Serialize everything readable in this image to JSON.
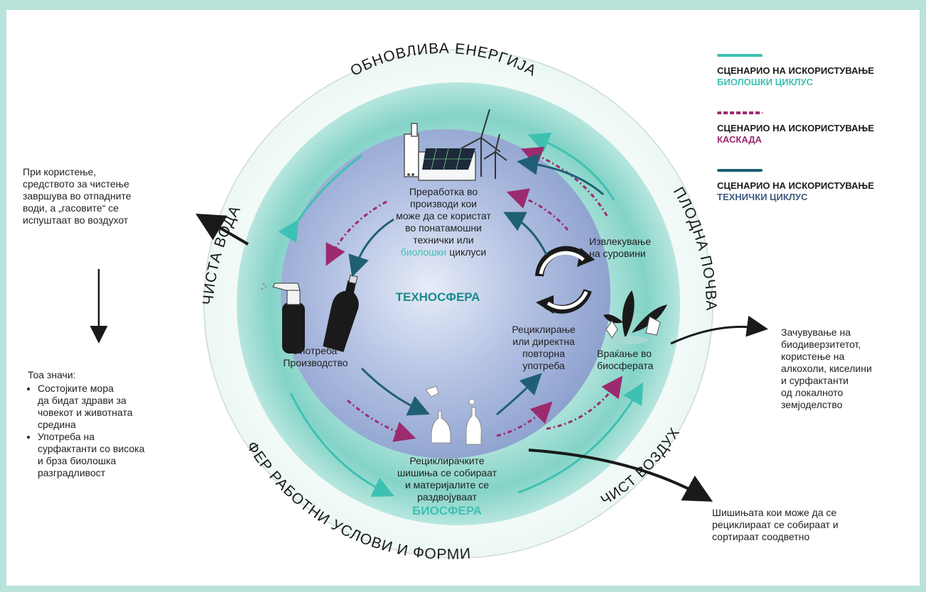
{
  "colors": {
    "biological": "#3ec1b2",
    "cascade": "#9c2a6e",
    "technical": "#1f5f74",
    "frame": "#b8e2da"
  },
  "ring_labels": {
    "top": "ОБНОВЛИВА ЕНЕРГИЈА",
    "left": "ЧИСТА ВОДА",
    "right": "ПЛОДНА ПОЧВА",
    "bottom": "ФЕР РАБОТНИ УСЛОВИ И ФОРМИ",
    "bottom_right": "ЧИСТ ВОЗДУХ"
  },
  "spheres": {
    "techno": "ТЕХНОСФЕРА",
    "bio": "БИОСФЕРА"
  },
  "legend": [
    {
      "line1": "СЦЕНАРИО НА ИСКОРИСТУВАЊЕ",
      "line2": "БИОЛОШКИ ЦИКЛУС",
      "color": "#3ec1b2",
      "style": "solid"
    },
    {
      "line1": "СЦЕНАРИО НА ИСКОРИСТУВАЊЕ",
      "line2": "КАСКАДА",
      "color": "#9c2a6e",
      "style": "dotted"
    },
    {
      "line1": "СЦЕНАРИО НА ИСКОРИСТУВАЊЕ",
      "line2": "ТЕХНИЧКИ ЦИКЛУС",
      "color": "#3d5a80",
      "style": "solid"
    }
  ],
  "processing": {
    "lines": [
      "Преработка во",
      "производи кои",
      "може да се користат",
      "во понатамошни",
      "технички или"
    ],
    "bio_word": "биолошки",
    "tail": " циклуси"
  },
  "extraction": [
    "Извлекување",
    "на суровини"
  ],
  "recycling": [
    "Рециклирање",
    "или директна",
    "повторна",
    "употреба"
  ],
  "return_bio": [
    "Враќање во",
    "биосферата"
  ],
  "usage": [
    "Употреба",
    "Производство"
  ],
  "collection": [
    "Рециклирачките",
    "шишиња се собираат",
    "и материјалите се",
    "раздвојуваат"
  ],
  "left_note": [
    "При користење,",
    "средството за чистење",
    "завршува во отпадните",
    "води, а „гасовите“ се",
    "испуштаат во воздухот"
  ],
  "meaning": {
    "title": "Тоа значи:",
    "points": [
      [
        "Состојките мора",
        "да бидат здрави за",
        "човекот и животната",
        "средина"
      ],
      [
        "Употреба на",
        "сурфактанти со висока",
        "и брза биолошка",
        "разградливост"
      ]
    ]
  },
  "right_note": [
    "Зачувување на",
    "биодиверзитетот,",
    "користење на",
    "алкохоли, киселини",
    "и сурфактанти",
    "од локалното",
    "земјоделство"
  ],
  "bottom_note": [
    "Шишињата кои може да се",
    "рециклираат се собираат и",
    "сортираат соодветно"
  ]
}
